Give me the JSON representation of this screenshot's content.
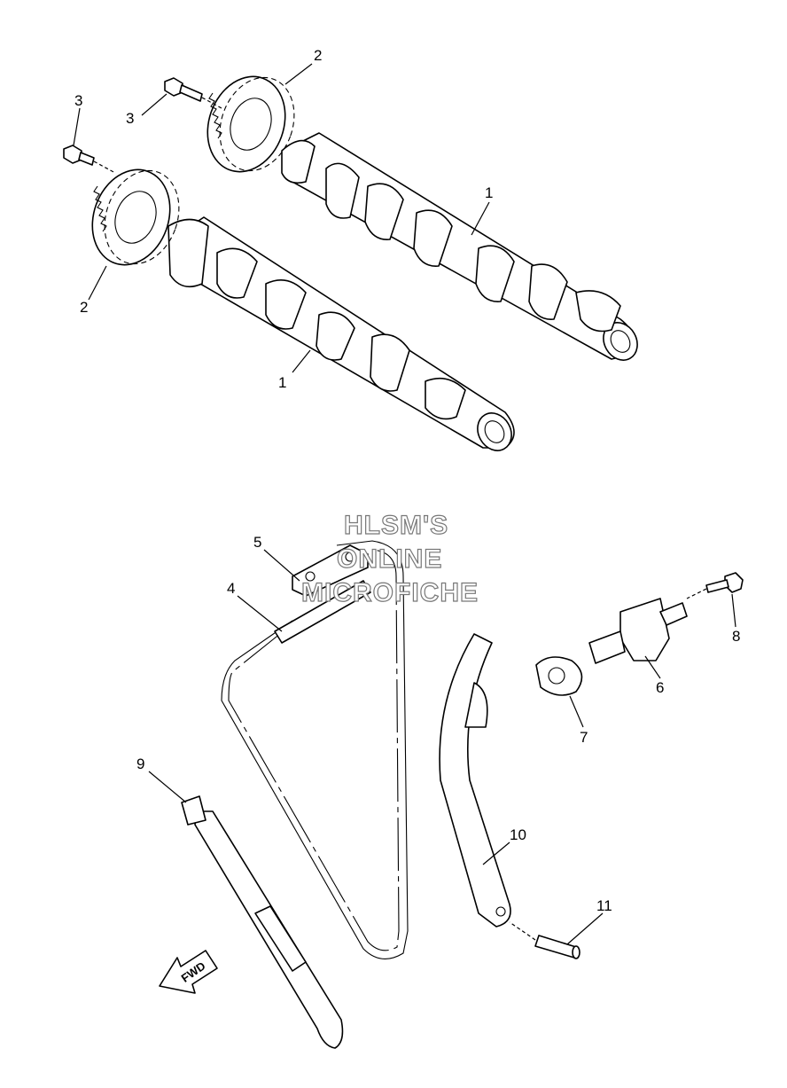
{
  "watermark": {
    "line1": "HLSM'S",
    "line2": "ONLINE",
    "line3": "MICROFICHE"
  },
  "fwd_label": "FWD",
  "callouts": [
    {
      "id": "1a",
      "text": "1"
    },
    {
      "id": "1b",
      "text": "1"
    },
    {
      "id": "2a",
      "text": "2"
    },
    {
      "id": "2b",
      "text": "2"
    },
    {
      "id": "3a",
      "text": "3"
    },
    {
      "id": "3b",
      "text": "3"
    },
    {
      "id": "4",
      "text": "4"
    },
    {
      "id": "5",
      "text": "5"
    },
    {
      "id": "6",
      "text": "6"
    },
    {
      "id": "7",
      "text": "7"
    },
    {
      "id": "8",
      "text": "8"
    },
    {
      "id": "9",
      "text": "9"
    },
    {
      "id": "10",
      "text": "10"
    },
    {
      "id": "11",
      "text": "11"
    }
  ]
}
